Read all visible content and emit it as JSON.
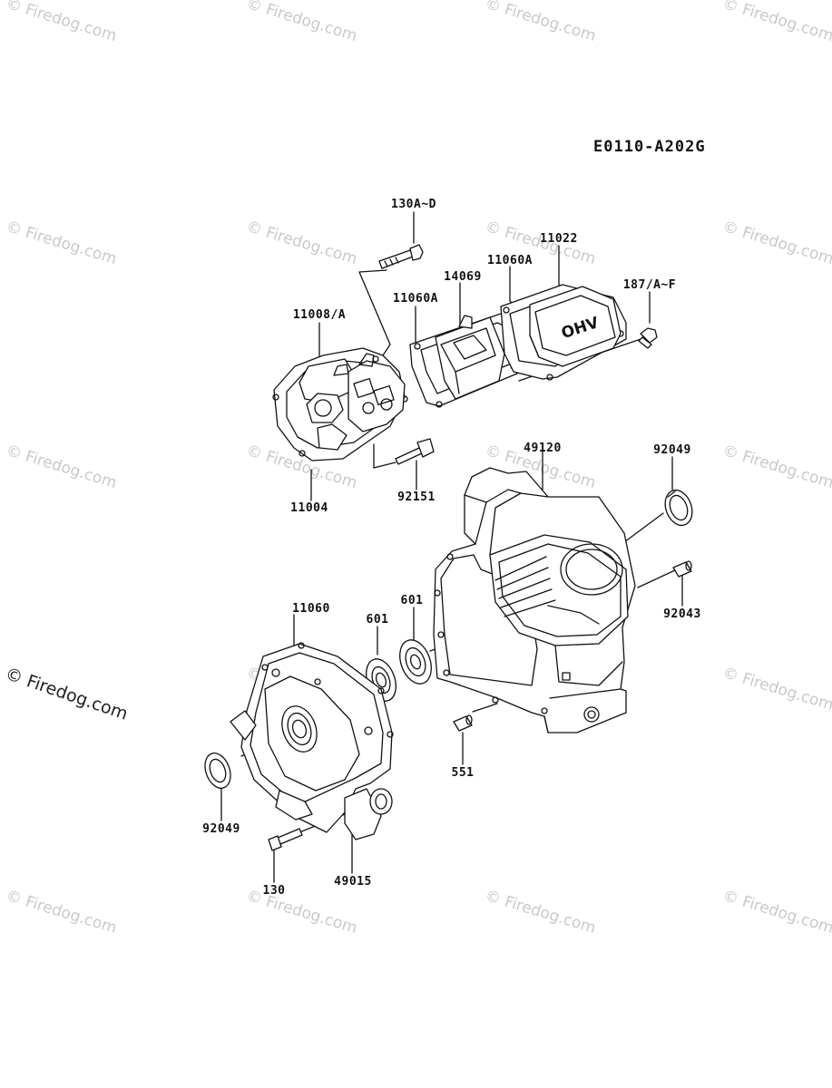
{
  "watermark": "© Firedog.com",
  "drawing_id": "E0110-A202G",
  "parts": {
    "bolt_130a_d": "130A~D",
    "cylinder_head": "11008/A",
    "gasket_head_cover": "11060A",
    "rocker_cover_plate": "14069",
    "gasket_cover": "11060A",
    "valve_cover": "11022",
    "bolt_187": "187/A~F",
    "head_gasket": "11004",
    "stud_92151": "92151",
    "cylinder_block": "49120",
    "oil_seal_top": "92049",
    "dowel_92043": "92043",
    "gasket_crankcase": "11060",
    "bearing_a": "601",
    "bearing_b": "601",
    "crankcase_cover": "49015",
    "oil_seal_bottom": "92049",
    "bolt_130": "130",
    "dowel_551": "551"
  },
  "cover_marking": "OHV"
}
